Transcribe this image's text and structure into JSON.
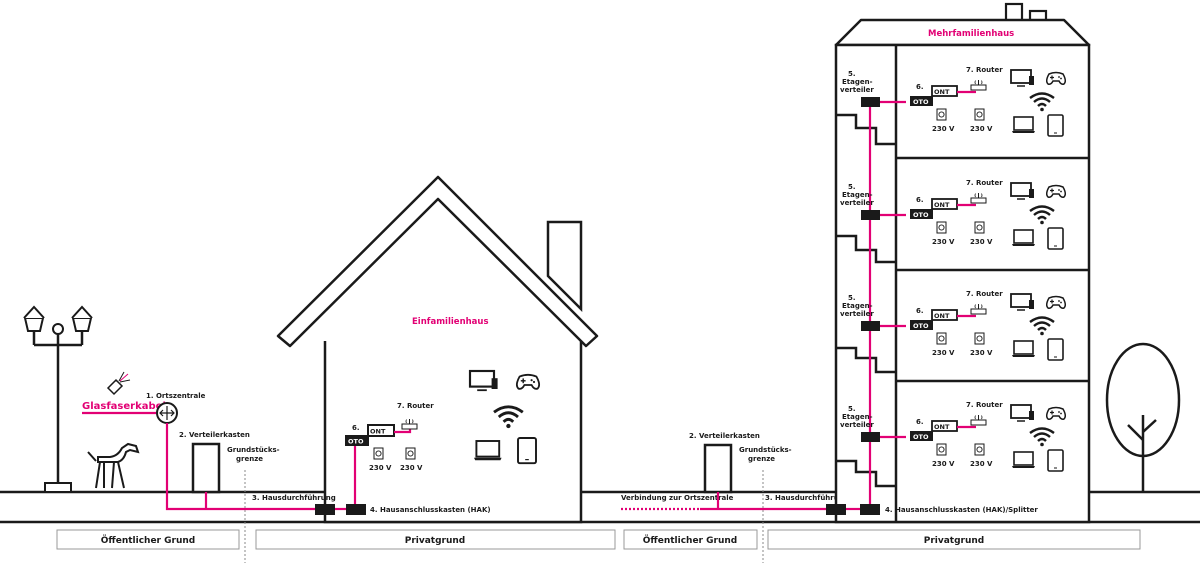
{
  "colors": {
    "magenta": "#e20074",
    "ink": "#1a1a1a",
    "guide": "#888888"
  },
  "labels": {
    "glasfaserkabel": "Glasfaserkabel",
    "ortszentrale": "1. Ortszentrale",
    "verteilerkasten_1": "2. Verteilerkasten",
    "verteilerkasten_2": "2. Verteilerkasten",
    "grenze_a": "Grundstücks-",
    "grenze_b": "grenze",
    "hausdurchfuehrung": "3. Hausdurchführung",
    "hak_efh": "4. Hausanschlusskasten (HAK)",
    "hak_mfh": "4. Hausanschlusskasten (HAK)/Splitter",
    "verbindung": "Verbindung zur Ortszentrale",
    "einfamilienhaus": "Einfamilienhaus",
    "mehrfamilienhaus": "Mehrfamilienhaus"
  },
  "unit": {
    "ont": "ONT",
    "oto": "OTO",
    "router": "7. Router",
    "power": "230 V",
    "num6": "6.",
    "etagen": [
      "5.",
      "Etagen-",
      "verteiler"
    ]
  },
  "zones": [
    "Öffentlicher Grund",
    "Privatgrund",
    "Öffentlicher Grund",
    "Privatgrund"
  ],
  "icons": [
    "street-lamp-icon",
    "dog-icon",
    "fiber-cable-icon",
    "tv-icon",
    "gamepad-icon",
    "wifi-icon",
    "laptop-icon",
    "tablet-icon",
    "tree-icon"
  ]
}
